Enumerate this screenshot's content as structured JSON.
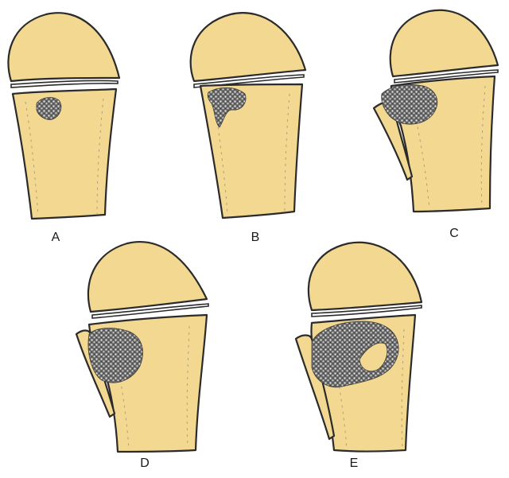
{
  "diagram": {
    "panels": [
      {
        "id": "A",
        "label": "A"
      },
      {
        "id": "B",
        "label": "B"
      },
      {
        "id": "C",
        "label": "C"
      },
      {
        "id": "D",
        "label": "D"
      },
      {
        "id": "E",
        "label": "E"
      }
    ],
    "colors": {
      "bone": "#f3d891",
      "outline": "#2b2b2b",
      "lesion": "#5a5a5a",
      "background": "#ffffff"
    }
  }
}
